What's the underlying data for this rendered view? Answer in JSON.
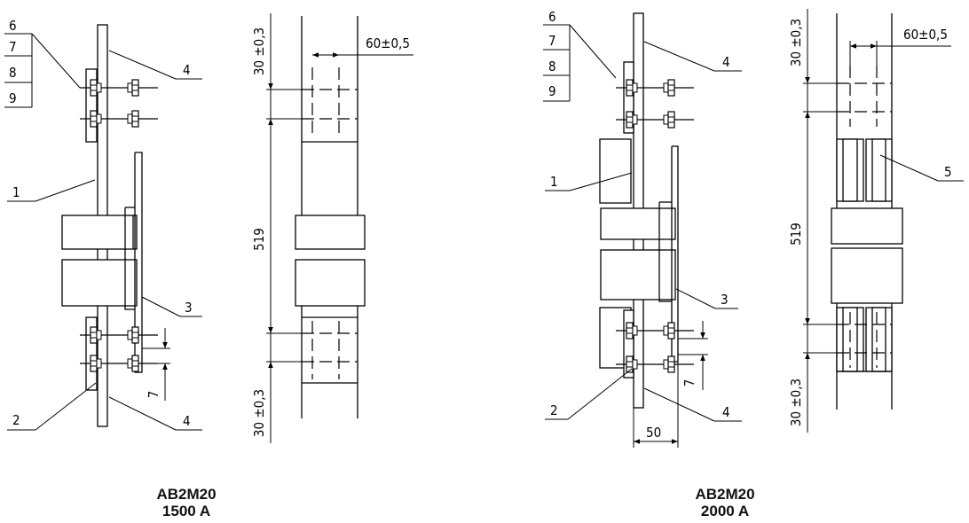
{
  "drawings": [
    {
      "model": "AB2M20",
      "rating": "1500 A",
      "callouts": [
        "1",
        "2",
        "3",
        "4",
        "4",
        "6",
        "7",
        "8",
        "9"
      ],
      "dims": {
        "spacing": "60±0,5",
        "top": "30 ±0,3",
        "length": "519",
        "bottom": "30 ±0,3",
        "offset": "7"
      }
    },
    {
      "model": "AB2M20",
      "rating": "2000 A",
      "callouts": [
        "1",
        "2",
        "3",
        "4",
        "4",
        "5",
        "6",
        "7",
        "8",
        "9"
      ],
      "dims": {
        "spacing": "60±0,5",
        "top": "30 ±0,3",
        "length": "519",
        "bottom": "30 ±0,3",
        "offset": "7",
        "width": "50"
      }
    }
  ]
}
